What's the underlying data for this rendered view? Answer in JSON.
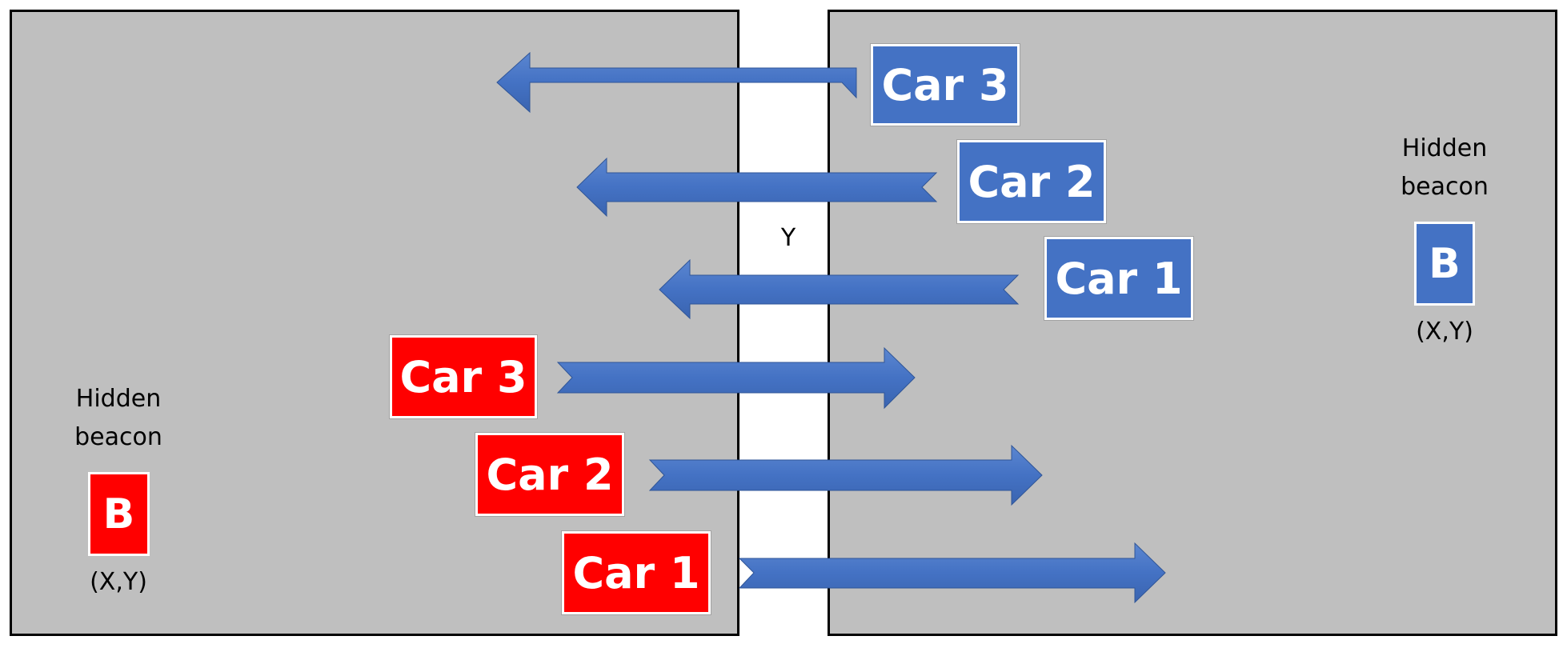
{
  "colors": {
    "panel": "#bfbfbf",
    "arrow": "#4472c4",
    "team_blue": "#4472c4",
    "team_red": "#ff0000",
    "label_text": "#ffffff"
  },
  "gap_label": "Y",
  "right_panel": {
    "beacon": {
      "title_line1": "Hidden",
      "title_line2": "beacon",
      "letter": "B",
      "coords": "(X,Y)"
    },
    "cars": [
      {
        "label": "Car 3",
        "arrow_direction": "left"
      },
      {
        "label": "Car 2",
        "arrow_direction": "left"
      },
      {
        "label": "Car 1",
        "arrow_direction": "left"
      }
    ]
  },
  "left_panel": {
    "beacon": {
      "title_line1": "Hidden",
      "title_line2": "beacon",
      "letter": "B",
      "coords": "(X,Y)"
    },
    "cars": [
      {
        "label": "Car 3",
        "arrow_direction": "right"
      },
      {
        "label": "Car 2",
        "arrow_direction": "right"
      },
      {
        "label": "Car 1",
        "arrow_direction": "right"
      }
    ]
  }
}
